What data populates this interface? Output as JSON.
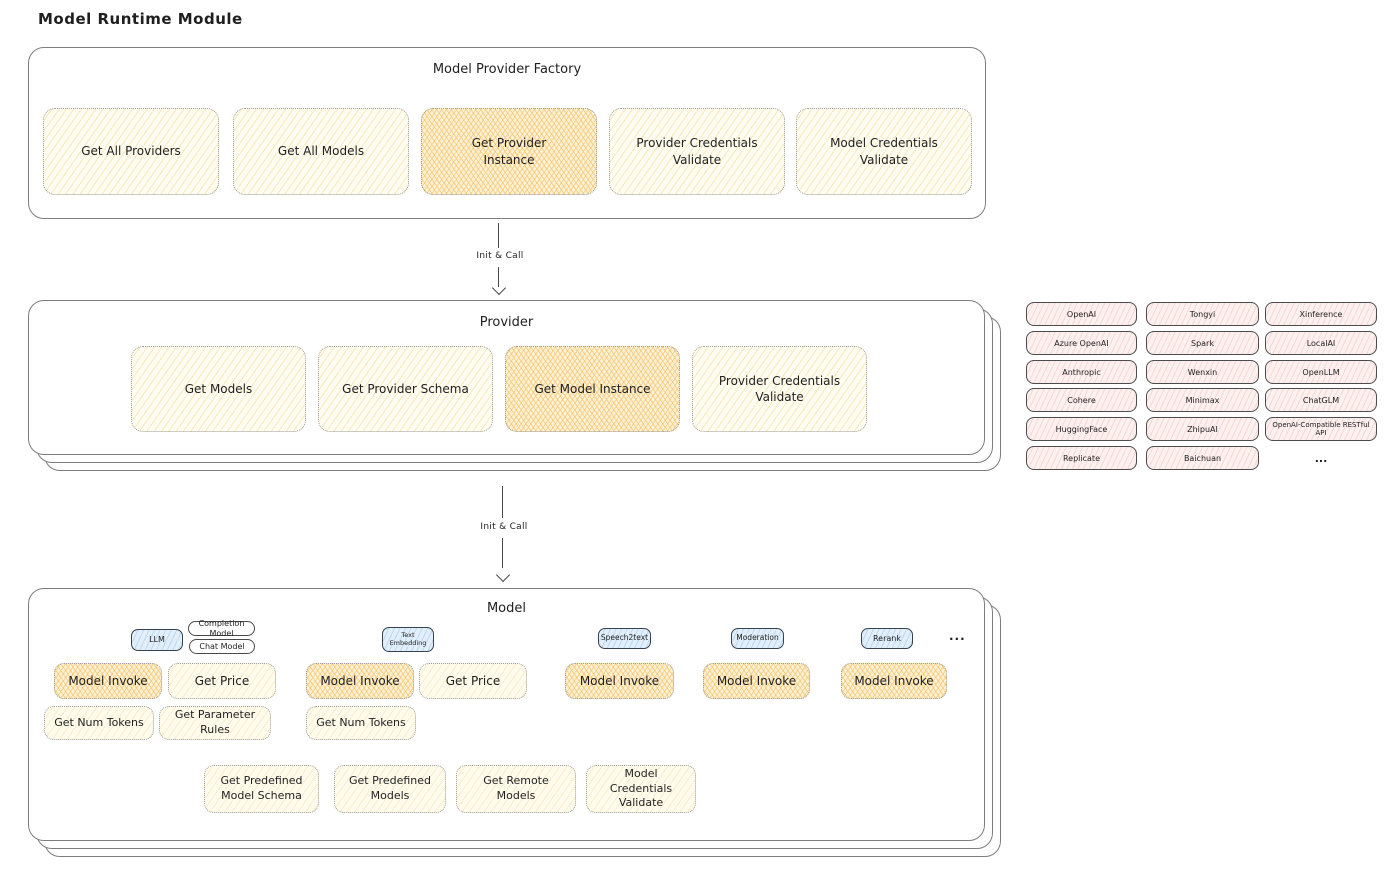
{
  "title": "Model Runtime Module",
  "arrows": {
    "init_call_1": "Init & Call",
    "init_call_2": "Init & Call"
  },
  "factory": {
    "title": "Model Provider Factory",
    "items": [
      "Get All Providers",
      "Get All Models",
      "Get Provider Instance",
      "Provider Credentials Validate",
      "Model Credentials Validate"
    ],
    "highlighted": "Get Provider Instance"
  },
  "provider": {
    "title": "Provider",
    "items": [
      "Get Models",
      "Get Provider Schema",
      "Get Model Instance",
      "Provider Credentials Validate"
    ],
    "highlighted": "Get Model Instance"
  },
  "provider_list": [
    "OpenAI",
    "Tongyi",
    "Xinference",
    "Azure OpenAI",
    "Spark",
    "LocalAI",
    "Anthropic",
    "Wenxin",
    "OpenLLM",
    "Cohere",
    "Minimax",
    "ChatGLM",
    "HuggingFace",
    "ZhipuAI",
    "OpenAI-Compatible RESTful API",
    "Replicate",
    "Baichuan",
    "..."
  ],
  "model": {
    "title": "Model",
    "types": {
      "llm": "LLM",
      "completion": "Completion Model",
      "chat": "Chat Model",
      "text_embedding": "Text Embedding",
      "speech2text": "Speech2text",
      "moderation": "Moderation",
      "rerank": "Rerank",
      "more": "..."
    },
    "actions": {
      "model_invoke": "Model Invoke",
      "get_price": "Get Price",
      "get_num_tokens": "Get Num Tokens",
      "get_parameter_rules": "Get Parameter Rules",
      "get_predefined_model_schema": "Get Predefined Model Schema",
      "get_predefined_models": "Get Predefined Models",
      "get_remote_models": "Get Remote Models",
      "model_credentials_validate": "Model Credentials Validate"
    }
  },
  "colors": {
    "ink": "#1F1F1F",
    "panel_border": "#7D7D7D",
    "yellow_fill": "#FFFDF1",
    "yellow_hatch": "#F0CE7A",
    "orange_fill": "#FDF1D4",
    "orange_hatch": "#F1B754",
    "pink_fill": "#FDF1F0",
    "pink_hatch": "#EEB8B0",
    "blue_fill": "#E2EFFA",
    "blue_hatch": "#96C3E6"
  }
}
